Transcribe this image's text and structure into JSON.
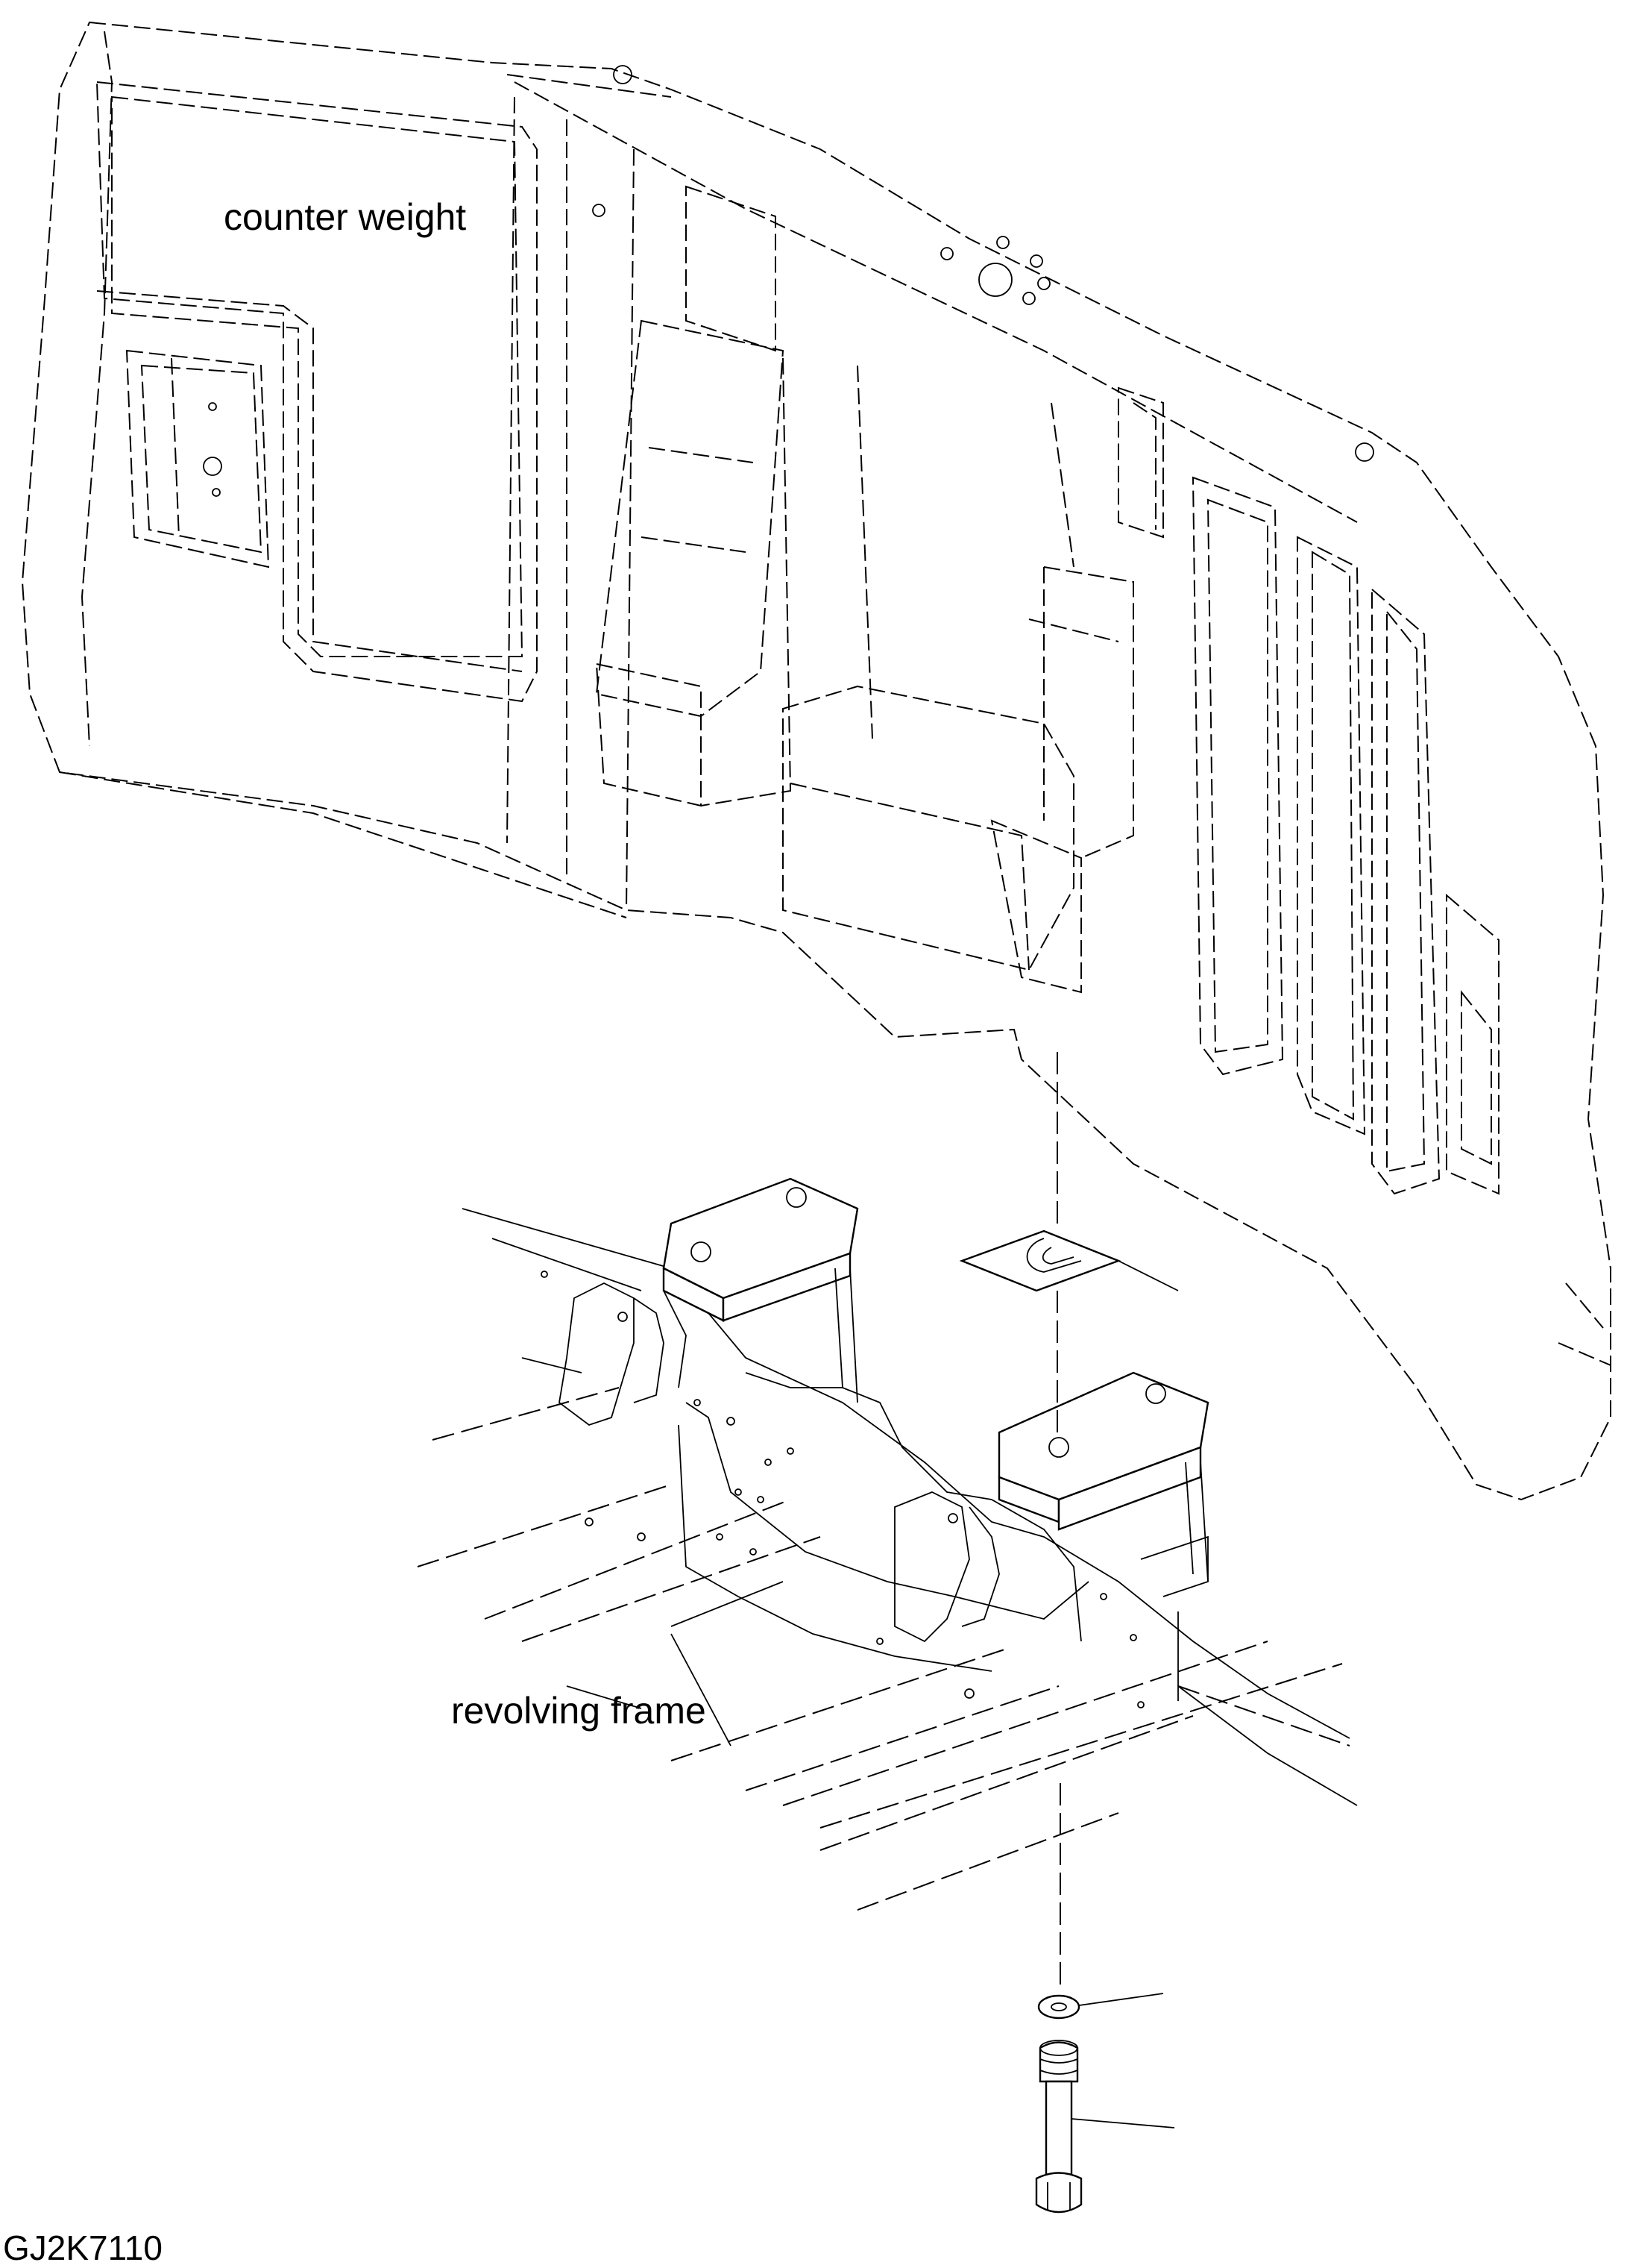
{
  "labels": {
    "counter_weight": "counter weight",
    "revolving_frame": "revolving frame",
    "drawing_code": "GJ2K7110"
  },
  "colors": {
    "line": "#000000",
    "background": "#ffffff"
  }
}
